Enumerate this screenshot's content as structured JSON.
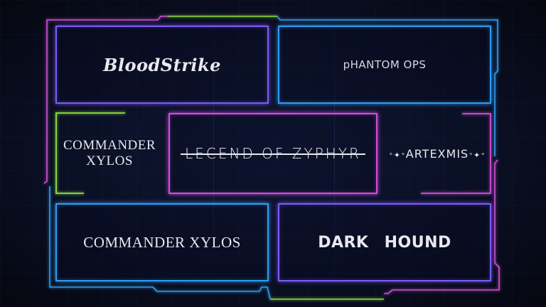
{
  "colors": {
    "background": "#0a0f24",
    "neon_pink": "#d050d8",
    "neon_purple": "#7a5cf0",
    "neon_blue": "#2f9cf0",
    "neon_green": "#8ee040",
    "text": "#e8e8ee"
  },
  "logos": [
    {
      "id": "bloodstrike",
      "label": "BloodStrike",
      "frame_color": "purple"
    },
    {
      "id": "phantom-ops",
      "label": "pHANTOM OPS",
      "frame_color": "blue"
    },
    {
      "id": "commander-xylos-stacked",
      "label_line1": "COMMANDER",
      "label_line2": "XYLOS",
      "frame_color": "green"
    },
    {
      "id": "legend-of-zyphyr",
      "label": "LECEND OF ZYPHYR",
      "frame_color": "pink"
    },
    {
      "id": "artexmis",
      "label": "ARTEXMIS",
      "prefix_icon": "sparkles-icon",
      "suffix_icon": "sparkles-icon",
      "frame_color": "pink"
    },
    {
      "id": "commander-xylos-wide",
      "label": "COMMANDER XYLOS",
      "frame_color": "blue"
    },
    {
      "id": "dark-hound",
      "label": "DARK HOUND",
      "frame_color": "purple"
    }
  ],
  "icons": {
    "sparkles_left": "⁺✦⁺",
    "sparkles_right": "⁺✦⁺"
  }
}
